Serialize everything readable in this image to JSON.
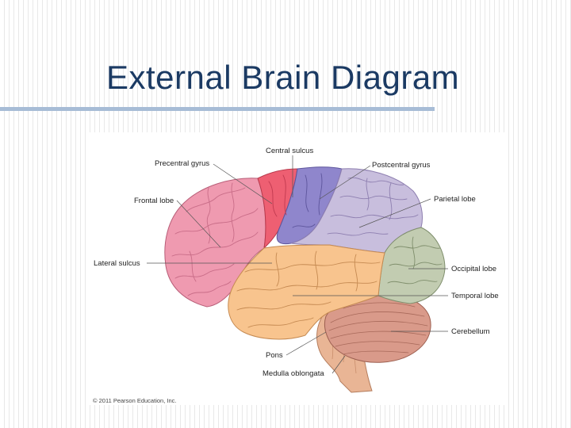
{
  "slide": {
    "title": "External Brain Diagram"
  },
  "figure": {
    "labels": {
      "central_sulcus": "Central sulcus",
      "precentral_gyrus": "Precentral gyrus",
      "postcentral_gyrus": "Postcentral gyrus",
      "frontal_lobe": "Frontal lobe",
      "parietal_lobe": "Parietal lobe",
      "lateral_sulcus": "Lateral sulcus",
      "occipital_lobe": "Occipital lobe",
      "temporal_lobe": "Temporal lobe",
      "cerebellum": "Cerebellum",
      "pons": "Pons",
      "medulla_oblongata": "Medulla oblongata"
    },
    "credit": "© 2011 Pearson Education, Inc."
  },
  "colors": {
    "title": "#1b3a63",
    "frontal_lobe": "#ef9ab0",
    "precentral_gyrus": "#ee5f72",
    "postcentral_gyrus": "#8f86cc",
    "parietal_lobe": "#c8bedd",
    "occipital_lobe": "#c2ccb1",
    "temporal_lobe": "#f8c48e",
    "cerebellum": "#d99a8a",
    "brainstem": "#e9b595"
  }
}
